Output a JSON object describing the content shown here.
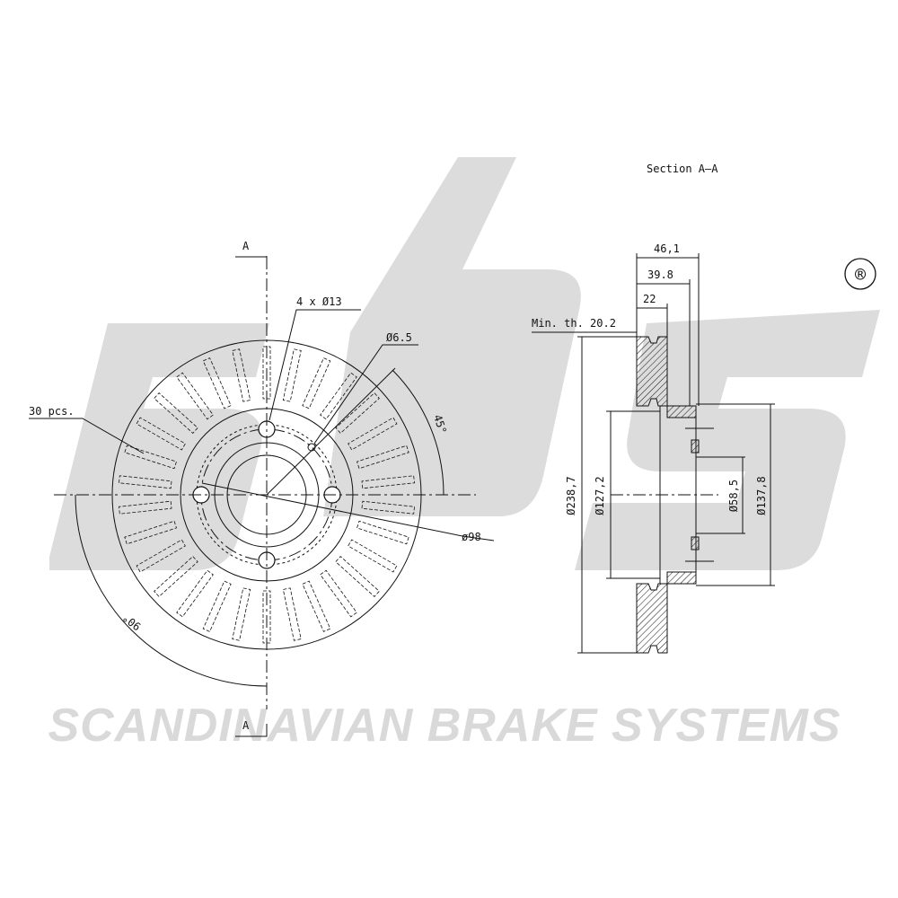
{
  "logo": {
    "text": "sbs",
    "registered": "®"
  },
  "brand_text": "SCANDINAVIAN BRAKE SYSTEMS",
  "section_title": "Section A–A",
  "front_view": {
    "section_marker_top": "A",
    "section_marker_bottom": "A",
    "bolt_holes": "4 x Ø13",
    "small_hole": "Ø6.5",
    "vanes": "30 pcs.",
    "bolt_circle": "ø98",
    "angle_small": "45°",
    "angle_large": "90°"
  },
  "section_view": {
    "overall_height": "46,1",
    "hat_height": "39.8",
    "disc_thickness": "22",
    "min_thickness": "Min. th. 20.2",
    "outer_diameter": "Ø238,7",
    "inner_diameter": "Ø127,2",
    "center_bore": "Ø58,5",
    "hat_diameter": "Ø137,8"
  }
}
